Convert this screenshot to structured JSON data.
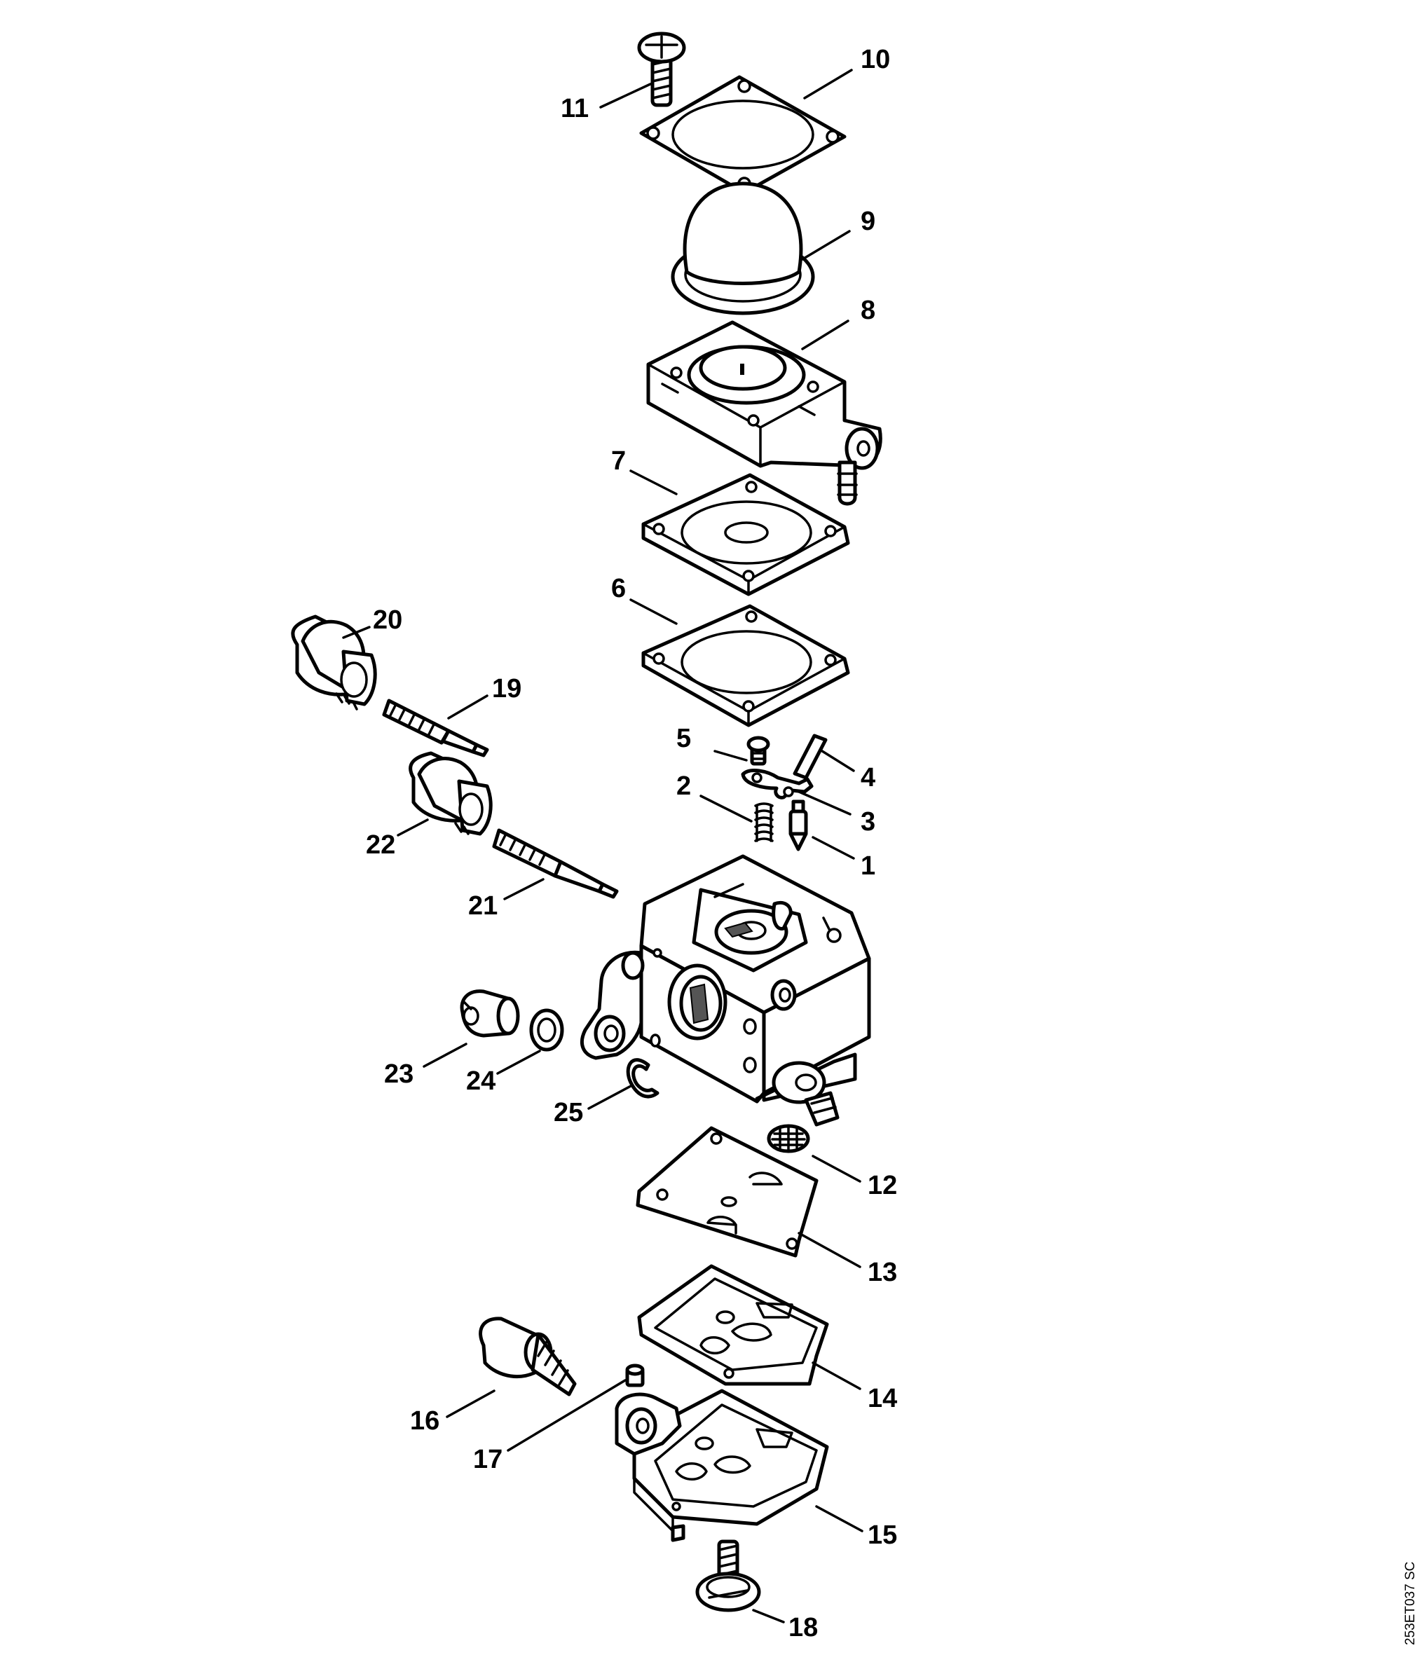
{
  "document_code": "253ET037 SC",
  "parts": [
    {
      "number": "1"
    },
    {
      "number": "2"
    },
    {
      "number": "3"
    },
    {
      "number": "4"
    },
    {
      "number": "5"
    },
    {
      "number": "6"
    },
    {
      "number": "7"
    },
    {
      "number": "8"
    },
    {
      "number": "9"
    },
    {
      "number": "10"
    },
    {
      "number": "11"
    },
    {
      "number": "12"
    },
    {
      "number": "13"
    },
    {
      "number": "14"
    },
    {
      "number": "15"
    },
    {
      "number": "16"
    },
    {
      "number": "17"
    },
    {
      "number": "18"
    },
    {
      "number": "19"
    },
    {
      "number": "20"
    },
    {
      "number": "21"
    },
    {
      "number": "22"
    },
    {
      "number": "23"
    },
    {
      "number": "24"
    },
    {
      "number": "25"
    }
  ]
}
